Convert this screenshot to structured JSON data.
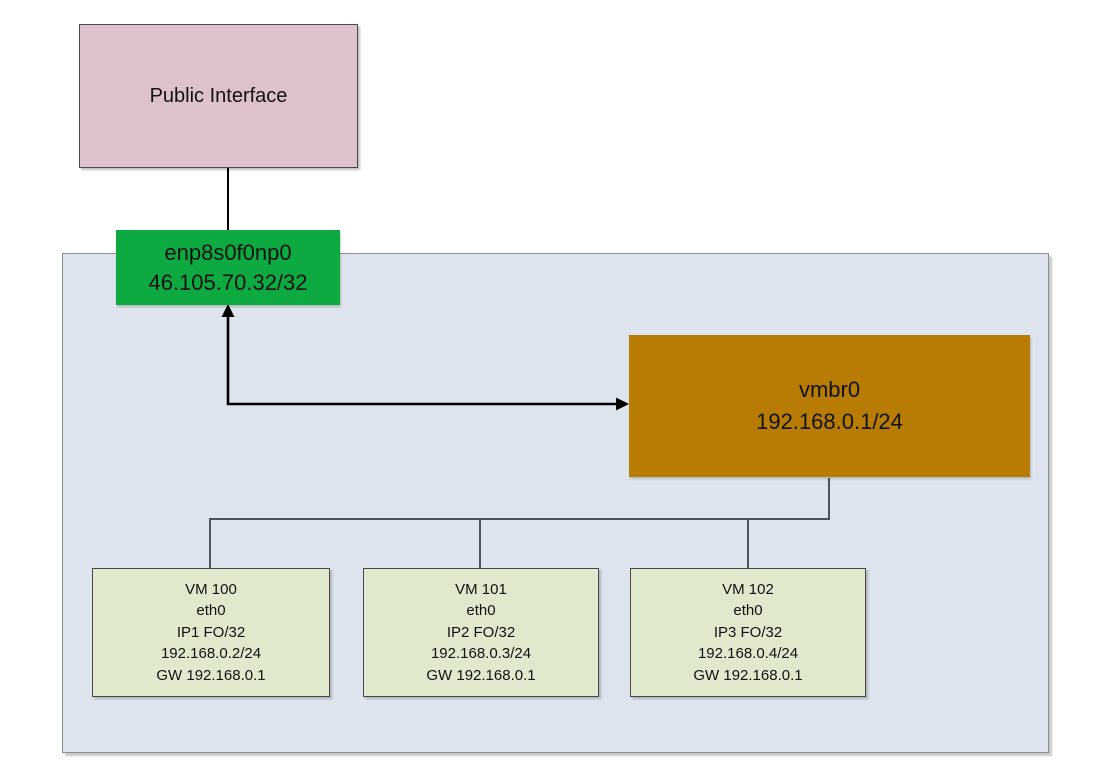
{
  "public_interface": {
    "label": "Public Interface"
  },
  "nic": {
    "name": "enp8s0f0np0",
    "ip": "46.105.70.32/32"
  },
  "bridge": {
    "name": "vmbr0",
    "ip": "192.168.0.1/24"
  },
  "vms": [
    {
      "name": "VM 100",
      "iface": "eth0",
      "failover": "IP1 FO/32",
      "ip": "192.168.0.2/24",
      "gateway": "GW 192.168.0.1"
    },
    {
      "name": "VM 101",
      "iface": "eth0",
      "failover": "IP2 FO/32",
      "ip": "192.168.0.3/24",
      "gateway": "GW 192.168.0.1"
    },
    {
      "name": "VM 102",
      "iface": "eth0",
      "failover": "IP3 FO/32",
      "ip": "192.168.0.4/24",
      "gateway": "GW 192.168.0.1"
    }
  ],
  "colors": {
    "public_interface_fill": "#ddc2ce",
    "nic_fill": "#0caa41",
    "bridge_fill": "#b87c04",
    "vm_fill": "#e0e9cd",
    "host_fill": "#dde4ee",
    "connector": "#000000",
    "tree_line": "#4d5359"
  }
}
